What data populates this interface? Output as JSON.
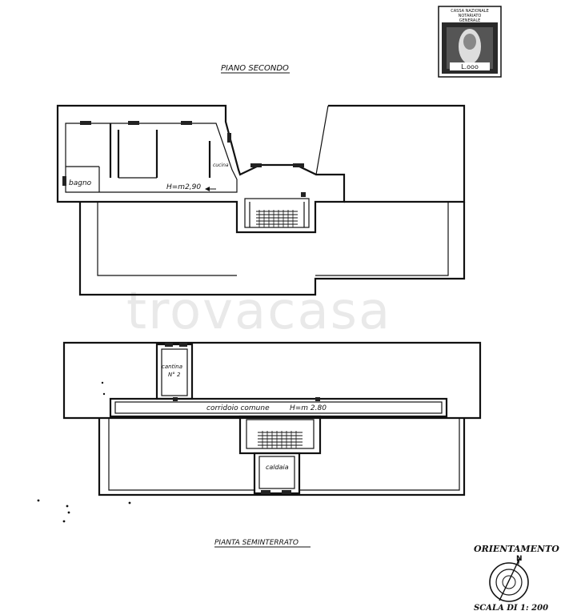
{
  "labels": {
    "floor_second": "PIANO SECONDO",
    "floor_basement": "PIANTA SEMINTERRATO",
    "bagno": "bagno",
    "cucina": "cucina",
    "height_second": "H=m2,90",
    "cantina": "cantina",
    "cantina_no": "N° 2",
    "corridor": "corridoio comune",
    "height_basement": "H=m 2.80",
    "caldaia": "caldaia",
    "orientation": "ORIENTAMENTO",
    "north": "N",
    "scale": "SCALA DI 1: 200",
    "watermark": "trovacasa"
  },
  "stamp": {
    "text_lines": [
      "CASSA NAZIONALE",
      "NOTARIATO",
      "GENERALE"
    ]
  },
  "colors": {
    "ink": "#111111",
    "watermark": "#e9e9e9",
    "paper": "#ffffff"
  }
}
